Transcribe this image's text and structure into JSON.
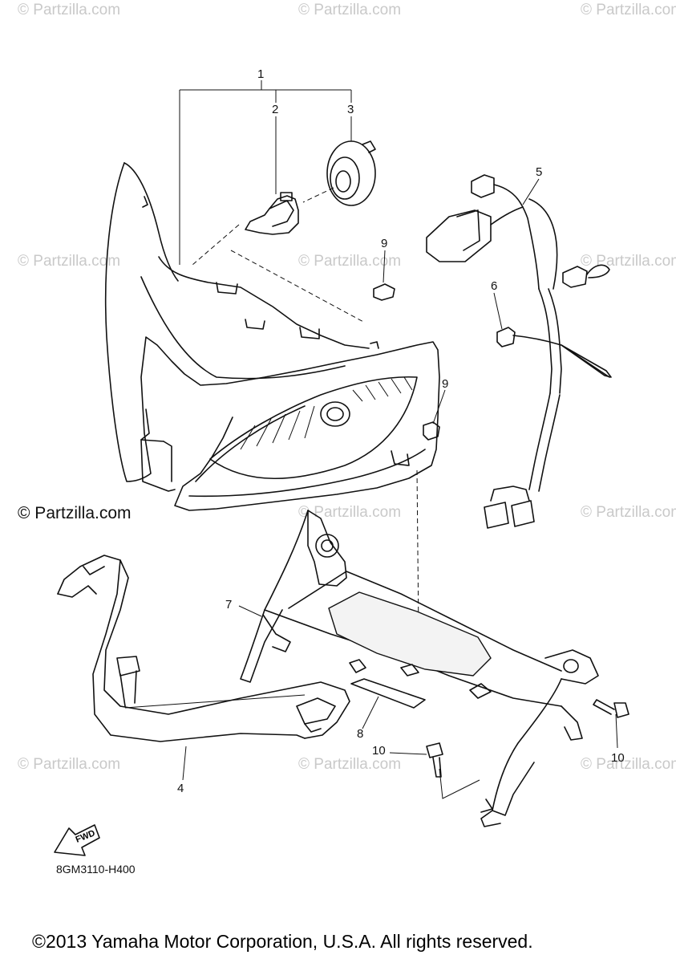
{
  "watermarks": {
    "text": "© Partzilla.com",
    "main": "© Partzilla.com"
  },
  "callouts": {
    "c1": "1",
    "c2": "2",
    "c3": "3",
    "c4": "4",
    "c5": "5",
    "c6": "6",
    "c7": "7",
    "c8": "8",
    "c9a": "9",
    "c9b": "9",
    "c10a": "10",
    "c10b": "10"
  },
  "fwd_label": "FWD",
  "diagram_code": "8GM3110-H400",
  "copyright": "©2013 Yamaha Motor Corporation, U.S.A. All rights reserved."
}
